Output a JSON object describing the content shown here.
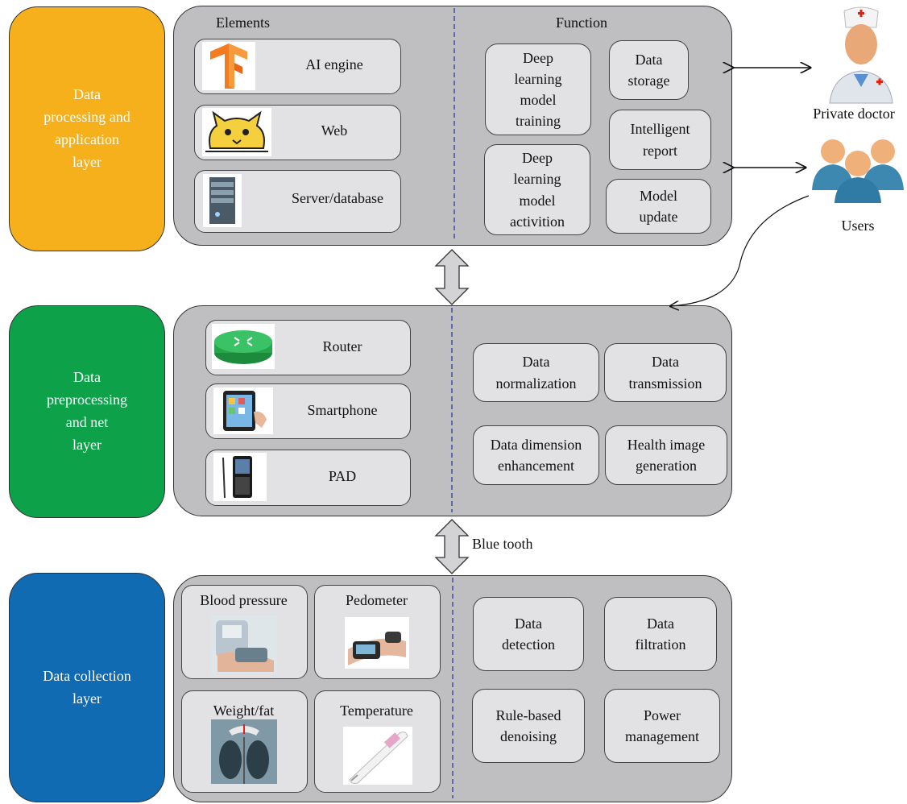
{
  "layers": {
    "app": {
      "label": "Data\nprocessing and\napplication\nlayer",
      "color": "#f6b01c"
    },
    "net": {
      "label": "Data\npreprocessing\nand net\nlayer",
      "color": "#0da24a"
    },
    "collect": {
      "label": "Data collection\nlayer",
      "color": "#116bb3"
    }
  },
  "app_panel": {
    "elements_heading": "Elements",
    "function_heading": "Function",
    "elements": [
      "AI engine",
      "Web",
      "Server/database"
    ],
    "functions": {
      "dl_training": "Deep\nlearning\nmodel\ntraining",
      "data_storage": "Data\nstorage",
      "intelligent_report": "Intelligent\nreport",
      "dl_activition": "Deep\nlearning\nmodel\nactivition",
      "model_update": "Model\nupdate"
    }
  },
  "net_panel": {
    "elements": [
      "Router",
      "Smartphone",
      "PAD"
    ],
    "functions": {
      "normalization": "Data\nnormalization",
      "transmission": "Data\ntransmission",
      "dimension": "Data dimension\nenhancement",
      "health_image": "Health image\ngeneration"
    }
  },
  "collect_panel": {
    "devices": [
      "Blood pressure",
      "Pedometer",
      "Weight/fat",
      "Temperature"
    ],
    "functions": {
      "detection": "Data\ndetection",
      "filtration": "Data\nfiltration",
      "denoising": "Rule-based\ndenoising",
      "power": "Power\nmanagement"
    }
  },
  "connectors": {
    "bluetooth_label": "Blue tooth"
  },
  "actors": {
    "doctor": "Private doctor",
    "users": "Users"
  },
  "icons": [
    "tensorflow-logo",
    "tomcat-logo",
    "server-icon",
    "router-icon",
    "tablet-icon",
    "pad-phone-icon",
    "blood-pressure-photo",
    "pedometer-photo",
    "scale-photo",
    "thermometer-photo",
    "doctor-icon",
    "users-icon"
  ]
}
